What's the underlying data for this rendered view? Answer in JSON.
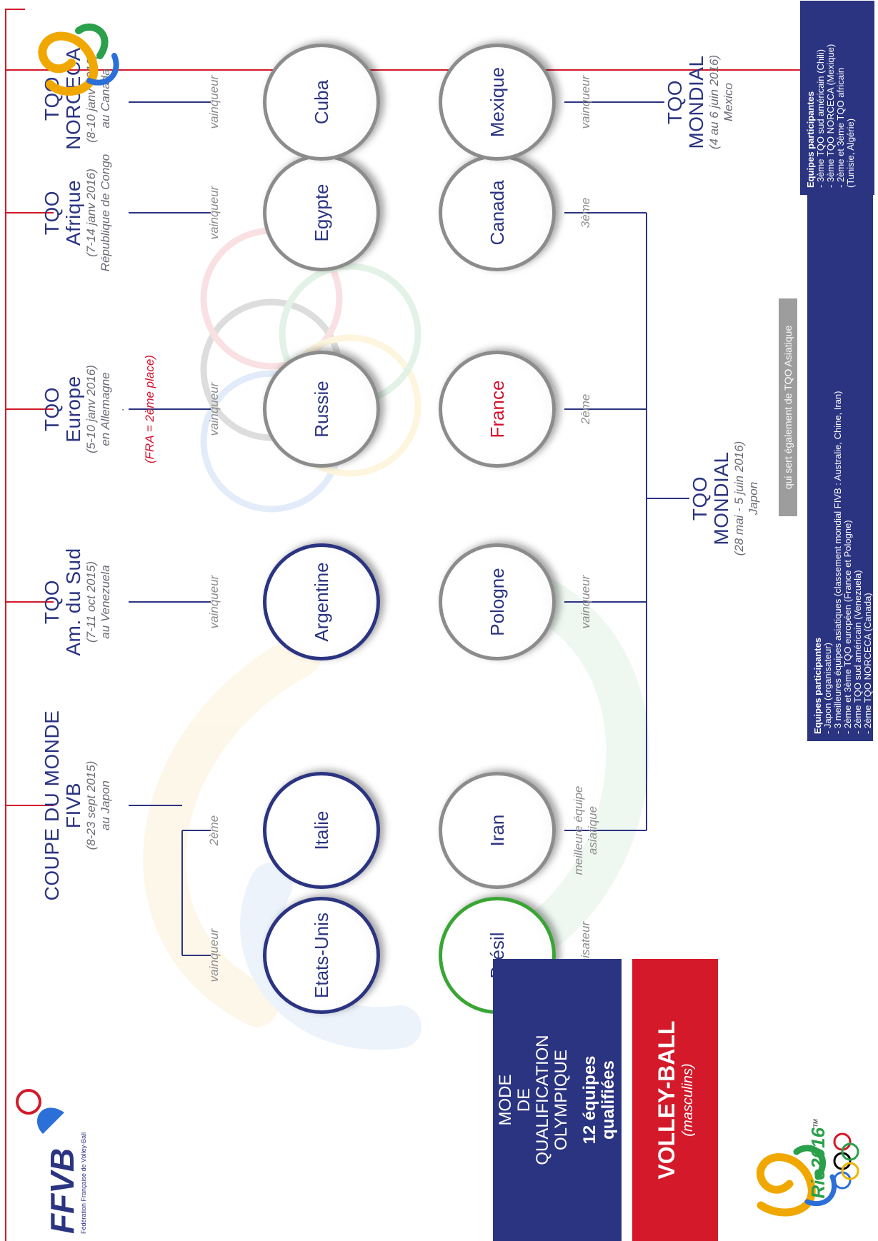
{
  "sidebar": {
    "logo_text": "Rio2016",
    "logo_tm": "TM",
    "sport": "VOLLEY-BALL",
    "gender": "(masculins)",
    "mode_lines": [
      "MODE",
      "DE",
      "QUALIFICATION",
      "OLYMPIQUE"
    ],
    "qualified_lines": [
      "12 équipes",
      "qualifiées"
    ],
    "ffvb_logo_text": "FFVB",
    "ffvb_tagline": "Fédération Française de Volley-Ball"
  },
  "tournaments": {
    "coupe_monde": {
      "title_lines": [
        "COUPE DU MONDE",
        "FIVB"
      ],
      "dates": "(8-23 sept 2015)",
      "place": "au Japon"
    },
    "am_sud": {
      "title_lines": [
        "TQO",
        "Am. du Sud"
      ],
      "dates": "(7-11 oct 2015)",
      "place": "au Venezuela"
    },
    "europe": {
      "title_lines": [
        "TQO",
        "Europe"
      ],
      "dates": "(5-10 janv 2016)",
      "place": "en Allemagne",
      "extra": "."
    },
    "afrique": {
      "title_lines": [
        "TQO",
        "Afrique"
      ],
      "dates": "(7-14 janv 2016)",
      "place": "République de Congo"
    },
    "norceca": {
      "title_lines": [
        "TQO",
        "NORCECA"
      ],
      "dates": "(8-10 janv 2016)",
      "place": "au Canada"
    },
    "mondial_japon": {
      "title_lines": [
        "TQO",
        "MONDIAL"
      ],
      "dates": "(28 mai - 5 juin 2016)",
      "place": "Japon"
    },
    "mondial_mexico": {
      "title_lines": [
        "TQO",
        "MONDIAL"
      ],
      "dates": "(4 au 6 juin 2016)",
      "place": "Mexico"
    }
  },
  "labels": {
    "vainqueur": "vainqueur",
    "deuxieme": "2ème",
    "troisieme": "3ème",
    "organisateur": "organisateur",
    "meilleure_lines": [
      "meilleure équipe",
      "asiatique"
    ]
  },
  "note_france": "(FRA = 2ème place)",
  "teams": {
    "etats_unis": "Etats-Unis",
    "italie": "Italie",
    "argentine": "Argentine",
    "russie": "Russie",
    "egypte": "Egypte",
    "cuba": "Cuba",
    "bresil": "Brésil",
    "iran": "Iran",
    "pologne": "Pologne",
    "france": "France",
    "canada": "Canada",
    "mexique": "Mexique"
  },
  "greybox_text": "qui sert également de TQO Asiatique",
  "info_japon": {
    "title": "Equipes participantes",
    "lines": [
      "- Japon (organisateur)",
      "- 3 meilleures équipes asiatiques (classement mondial FIVB : Australie, Chine, Iran)",
      "- 2ème et 3ème TQO européen (France et Pologne)",
      "- 2ème TQO sud américain (Venezuela)",
      "- 2ème TQO NORCECA (Canada)"
    ]
  },
  "info_mexico": {
    "title": "Equipes participantes",
    "lines": [
      "- 3ème TQO sud américain (Chili)",
      "- 3ème TQO NORCECA (Mexique)",
      "- 2ème et 3ème TQO africain",
      "(Tunisie, Algérie)"
    ]
  },
  "colors": {
    "navy": "#2b3481",
    "red": "#d3192a",
    "green": "#3aa535",
    "grey": "#8c8c8c"
  }
}
